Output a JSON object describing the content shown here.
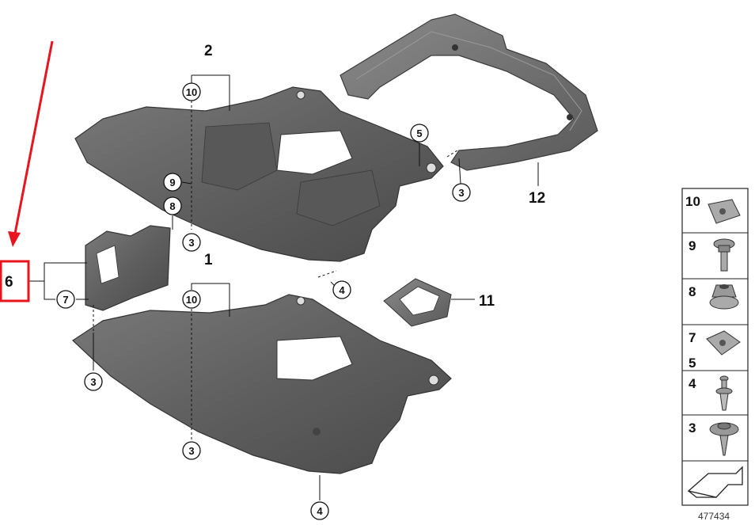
{
  "diagram": {
    "part_labels": {
      "p1": "1",
      "p2": "2",
      "p6": "6",
      "p11": "11",
      "p12": "12"
    },
    "callouts": {
      "c10_top": "10",
      "c9": "9",
      "c8": "8",
      "c3_a": "3",
      "c5": "5",
      "c3_b": "3",
      "c4_a": "4",
      "c7": "7",
      "c10_low": "10",
      "c3_c": "3",
      "c3_d": "3",
      "c4_b": "4"
    },
    "legend": {
      "items": [
        "10",
        "9",
        "8",
        "7",
        "5",
        "4",
        "3"
      ],
      "catalog_number": "477434"
    },
    "highlight_color": "#e8141e",
    "part_color": "#6e6e6e"
  }
}
